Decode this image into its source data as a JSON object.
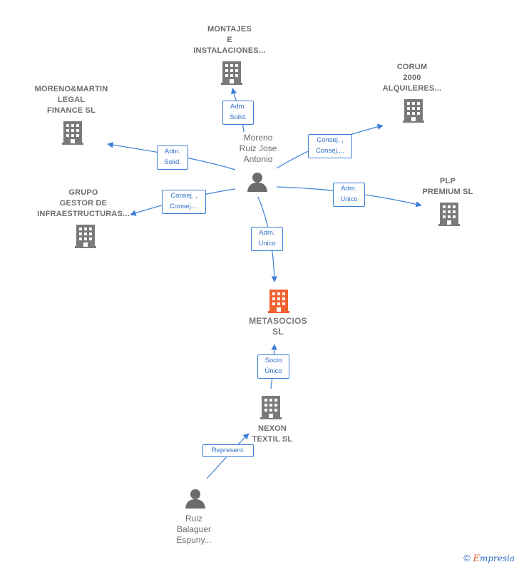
{
  "nodes": {
    "montajes": {
      "label": "MONTAJES\nE\nINSTALACIONES...",
      "kind": "company"
    },
    "corum": {
      "label": "CORUM\n2000\nALQUILERES...",
      "kind": "company"
    },
    "moreno_martin": {
      "label": "MORENO&MARTIN\nLEGAL\nFINANCE  SL",
      "kind": "company"
    },
    "plp": {
      "label": "PLP\nPREMIUM  SL",
      "kind": "company"
    },
    "grupo": {
      "label": "GRUPO\nGESTOR DE\nINFRAESTRUCTURAS...",
      "kind": "company"
    },
    "moreno_ruiz": {
      "label": "Moreno\nRuiz Jose\nAntonio",
      "kind": "person"
    },
    "metasocios": {
      "label": "METASOCIOS\nSL",
      "kind": "company-main"
    },
    "nexon": {
      "label": "NEXON\nTEXTIL  SL",
      "kind": "company"
    },
    "ruiz_balaguer": {
      "label": "Ruiz\nBalaguer\nEspuny...",
      "kind": "person"
    }
  },
  "relations": {
    "to_montajes": "Adm.\nSolid.",
    "to_corum": "Consej. ,\nConsej....",
    "to_moreno_martin": "Adm.\nSolid.",
    "to_plp": "Adm.\nUnico",
    "to_grupo": "Consej. ,\nConsej....",
    "to_metasocios": "Adm.\nUnico",
    "nexon_to_metasocios": "Socio\nÚnico",
    "ruiz_to_nexon": "Represent."
  },
  "colors": {
    "edge": "#3d7fd6",
    "company_icon": "#7a7a7a",
    "main_icon": "#f0622f",
    "person_icon": "#6b6b6b"
  },
  "footer": {
    "symbol": "©",
    "brand_initial": "E",
    "brand_rest": "mpresia"
  }
}
